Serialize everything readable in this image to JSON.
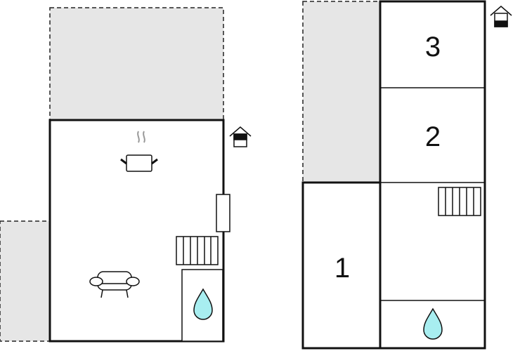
{
  "floor_plan": {
    "rooms": [
      {
        "label": "1"
      },
      {
        "label": "2"
      },
      {
        "label": "3"
      }
    ],
    "colors": {
      "terrace": "#e6e6e6",
      "wall": "#111111",
      "water": "#a8eef0"
    },
    "icons": [
      "house-icon",
      "cooking-pot-icon",
      "sofa-icon",
      "stairs-icon",
      "water-drop-icon",
      "window-icon"
    ]
  }
}
